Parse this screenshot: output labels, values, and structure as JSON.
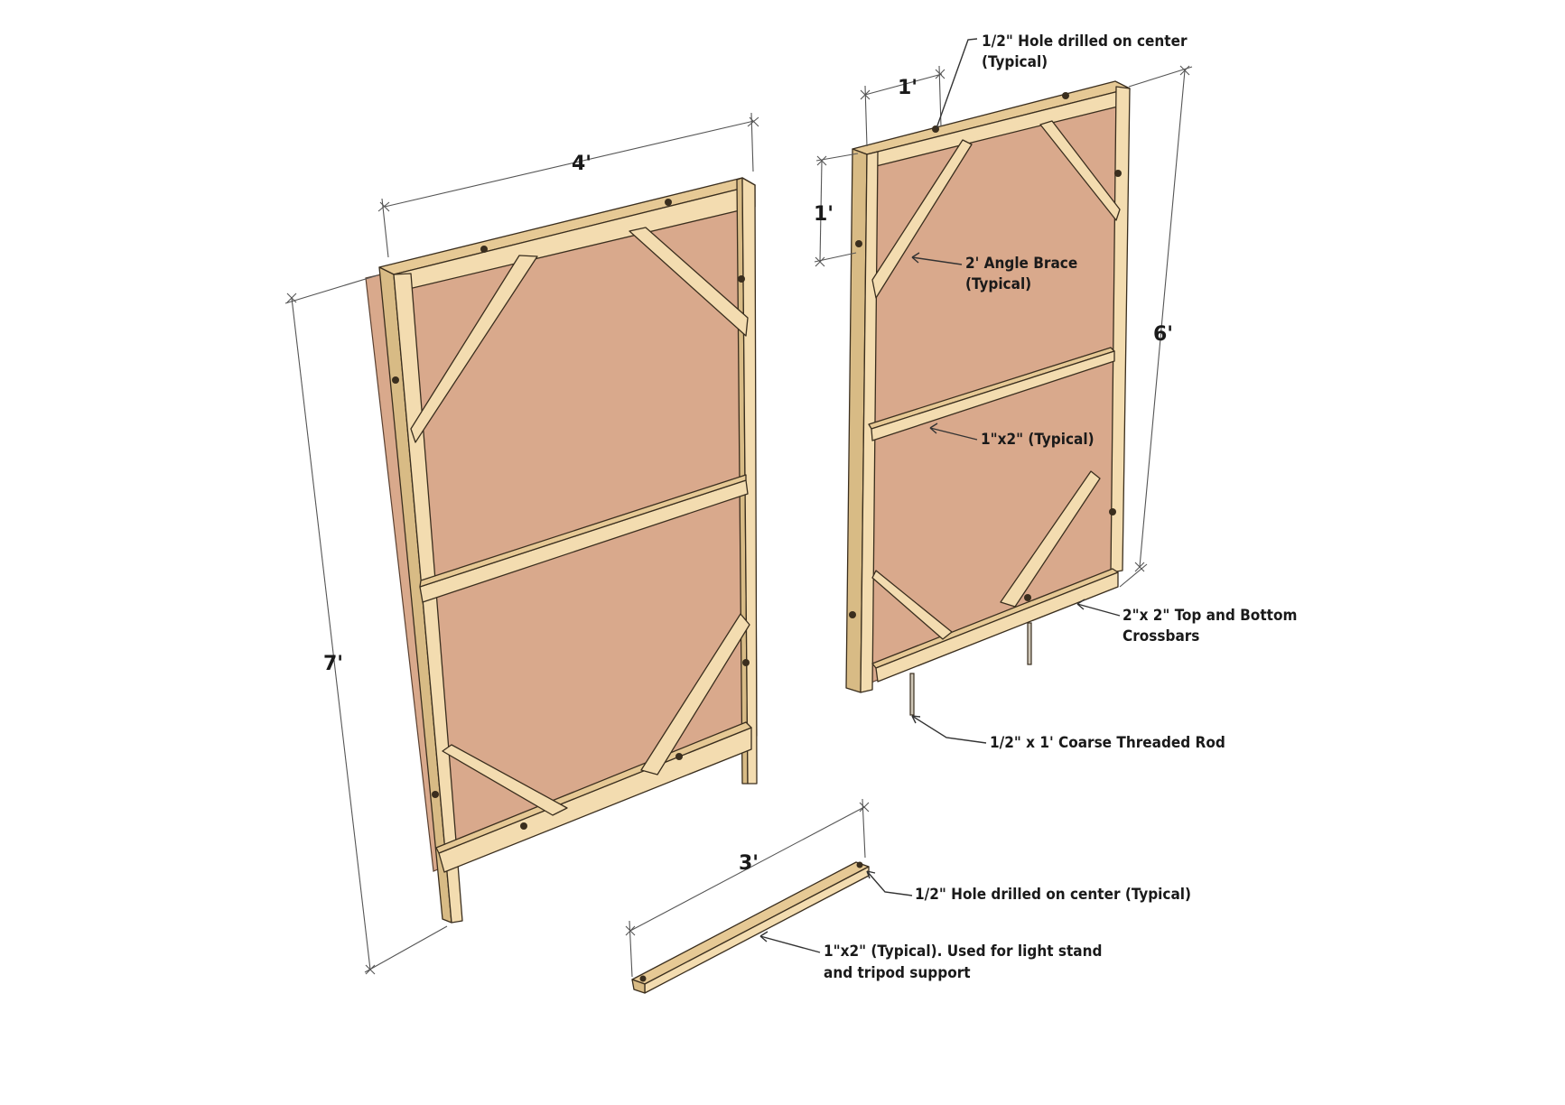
{
  "dimensions": {
    "left_width": "4'",
    "left_height": "7'",
    "right_height": "6'",
    "right_hole_spacing": "1'",
    "right_hole_offset": "1'",
    "bar_length": "3'"
  },
  "labels": {
    "top_hole": [
      "1/2\" Hole drilled on center",
      "(Typical)"
    ],
    "angle_brace": [
      "2' Angle Brace",
      "(Typical)"
    ],
    "one_by_two": "1\"x2\" (Typical)",
    "crossbars": [
      "2\"x 2\" Top and Bottom",
      "Crossbars"
    ],
    "threaded_rod": "1/2\" x 1' Coarse Threaded Rod",
    "bar_hole": "1/2\" Hole drilled on center (Typical)",
    "support_bar": [
      "1\"x2\" (Typical). Used for light stand",
      "and tripod support"
    ]
  }
}
